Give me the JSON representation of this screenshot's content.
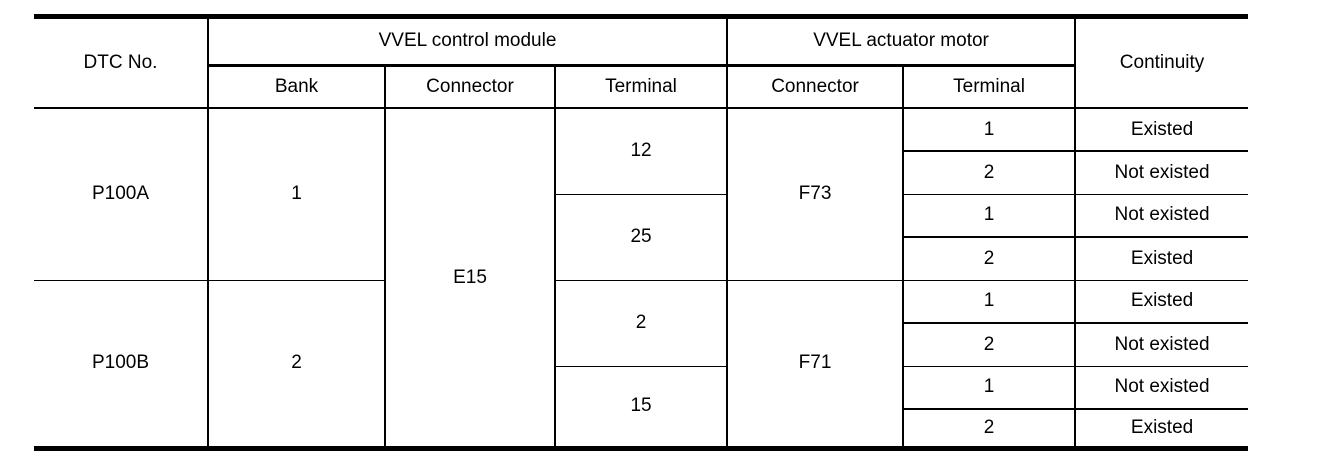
{
  "page": {
    "background_color": "#ffffff",
    "line_color": "#000000"
  },
  "table": {
    "header": {
      "dtc_no": "DTC No.",
      "groups": {
        "control_module": "VVEL control module",
        "actuator_motor": "VVEL actuator motor"
      },
      "continuity": "Continuity",
      "sub": {
        "bank": "Bank",
        "cm_connector": "Connector",
        "cm_terminal": "Terminal",
        "am_connector": "Connector",
        "am_terminal": "Terminal"
      }
    },
    "cm_connector": "E15",
    "groups": [
      {
        "dtc": "P100A",
        "bank": "1",
        "am_connector": "F73",
        "terminal_pairs": [
          {
            "cm_terminal": "12",
            "rows": [
              {
                "am_terminal": "1",
                "continuity": "Existed"
              },
              {
                "am_terminal": "2",
                "continuity": "Not existed"
              }
            ]
          },
          {
            "cm_terminal": "25",
            "rows": [
              {
                "am_terminal": "1",
                "continuity": "Not existed"
              },
              {
                "am_terminal": "2",
                "continuity": "Existed"
              }
            ]
          }
        ]
      },
      {
        "dtc": "P100B",
        "bank": "2",
        "am_connector": "F71",
        "terminal_pairs": [
          {
            "cm_terminal": "2",
            "rows": [
              {
                "am_terminal": "1",
                "continuity": "Existed"
              },
              {
                "am_terminal": "2",
                "continuity": "Not existed"
              }
            ]
          },
          {
            "cm_terminal": "15",
            "rows": [
              {
                "am_terminal": "1",
                "continuity": "Not existed"
              },
              {
                "am_terminal": "2",
                "continuity": "Existed"
              }
            ]
          }
        ]
      }
    ]
  }
}
